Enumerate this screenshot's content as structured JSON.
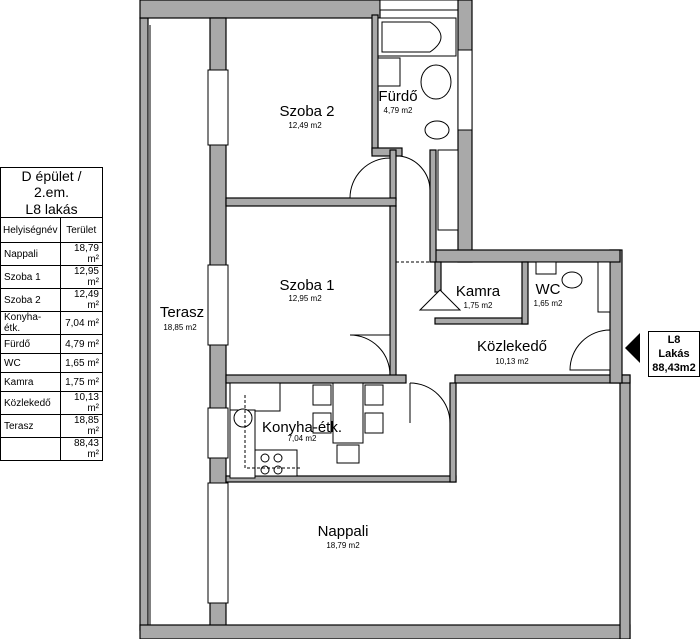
{
  "table": {
    "title1": "D épület / 2.em.",
    "title2": "L8  lakás",
    "headers": [
      "Helyiségnév",
      "Terület"
    ],
    "rows": [
      {
        "name": "Nappali",
        "area": "18,79 m²"
      },
      {
        "name": "Szoba 1",
        "area": "12,95 m²"
      },
      {
        "name": "Szoba 2",
        "area": "12,49 m²"
      },
      {
        "name": "Konyha-étk.",
        "area": "7,04 m²"
      },
      {
        "name": "Fürdő",
        "area": "4,79 m²"
      },
      {
        "name": "WC",
        "area": "1,65 m²"
      },
      {
        "name": "Kamra",
        "area": "1,75 m²"
      },
      {
        "name": "Közlekedő",
        "area": "10,13 m²"
      },
      {
        "name": "Terasz",
        "area": "18,85 m²"
      }
    ],
    "total": "88,43 m²"
  },
  "rooms": {
    "szoba2": {
      "name": "Szoba 2",
      "area": "12,49 m2"
    },
    "furdo": {
      "name": "Fürdő",
      "area": "4,79 m2"
    },
    "szoba1": {
      "name": "Szoba 1",
      "area": "12,95 m2"
    },
    "terasz": {
      "name": "Terasz",
      "area": "18,85 m2"
    },
    "kamra": {
      "name": "Kamra",
      "area": "1,75 m2"
    },
    "wc": {
      "name": "WC",
      "area": "1,65 m2"
    },
    "kozlekedo": {
      "name": "Közlekedő",
      "area": "10,13 m2"
    },
    "konyha": {
      "name": "Konyha-étk.",
      "area": "7,04 m2"
    },
    "nappali": {
      "name": "Nappali",
      "area": "18,79 m2"
    }
  },
  "unit": {
    "line1": "L8 Lakás",
    "line2": "88,43m2"
  }
}
